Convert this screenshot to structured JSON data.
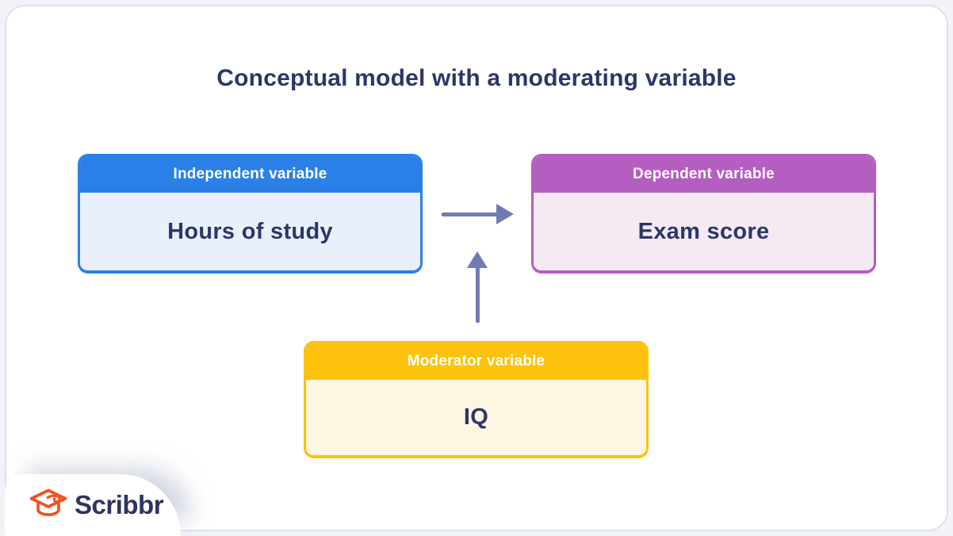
{
  "page": {
    "title": "Conceptual model with a moderating variable"
  },
  "diagram": {
    "boxes": [
      {
        "id": "independent",
        "label": "Independent variable",
        "value": "Hours of study",
        "header_color": "#2a80e6",
        "body_color": "#e9f0fa"
      },
      {
        "id": "dependent",
        "label": "Dependent variable",
        "value": "Exam score",
        "header_color": "#b55ec1",
        "body_color": "#f5e9f4"
      },
      {
        "id": "moderator",
        "label": "Moderator variable",
        "value": "IQ",
        "header_color": "#fcc20d",
        "body_color": "#fdf6e2"
      }
    ],
    "arrows": [
      {
        "id": "independent-to-dependent",
        "direction": "right",
        "color": "#6f7cb2"
      },
      {
        "id": "moderator-to-relationship",
        "direction": "up",
        "color": "#6f7cb2"
      }
    ]
  },
  "footer": {
    "brand": "Scribbr",
    "brand_color": "#2d3460",
    "icon": "graduation-cap-icon",
    "icon_color": "#f4511f"
  },
  "colors": {
    "background": "#f2f3f8",
    "card": "#ffffff",
    "card_border": "#dde1f0",
    "title_text": "#2c3767",
    "value_text": "#2c3767",
    "header_text": "#ffffff"
  }
}
